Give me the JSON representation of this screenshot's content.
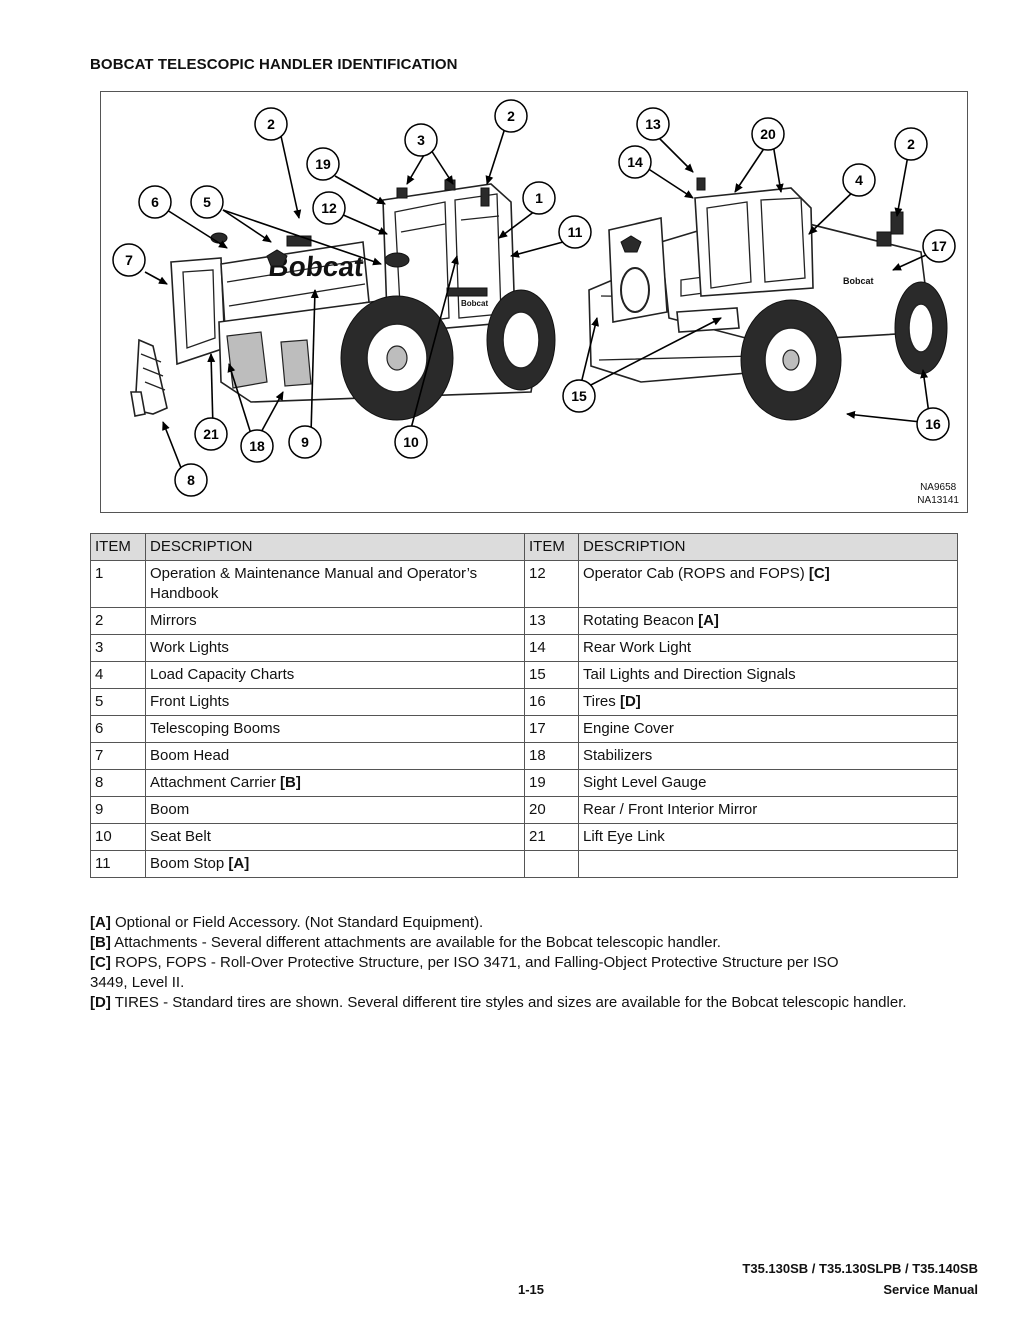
{
  "heading": "BOBCAT TELESCOPIC HANDLER IDENTIFICATION",
  "figure": {
    "ids": [
      "NA9658",
      "NA13141"
    ],
    "brand_text": "Bobcat",
    "callouts": [
      "2",
      "2",
      "13",
      "20",
      "2",
      "3",
      "19",
      "14",
      "4",
      "6",
      "5",
      "1",
      "12",
      "11",
      "17",
      "7",
      "15",
      "16",
      "21",
      "18",
      "9",
      "10",
      "8"
    ]
  },
  "table": {
    "headers": [
      "ITEM",
      "DESCRIPTION",
      "ITEM",
      "DESCRIPTION"
    ],
    "rows": [
      {
        "i1": "1",
        "d1": "Operation & Maintenance Manual and Operator’s Handbook",
        "n1": "",
        "i2": "12",
        "d2": "Operator Cab (ROPS and FOPS)",
        "n2": "[C]"
      },
      {
        "i1": "2",
        "d1": "Mirrors",
        "n1": "",
        "i2": "13",
        "d2": "Rotating Beacon",
        "n2": "[A]"
      },
      {
        "i1": "3",
        "d1": "Work Lights",
        "n1": "",
        "i2": "14",
        "d2": "Rear Work Light",
        "n2": ""
      },
      {
        "i1": "4",
        "d1": "Load Capacity Charts",
        "n1": "",
        "i2": "15",
        "d2": "Tail Lights and Direction Signals",
        "n2": ""
      },
      {
        "i1": "5",
        "d1": "Front Lights",
        "n1": "",
        "i2": "16",
        "d2": "Tires",
        "n2": "[D]"
      },
      {
        "i1": "6",
        "d1": "Telescoping Booms",
        "n1": "",
        "i2": "17",
        "d2": "Engine Cover",
        "n2": ""
      },
      {
        "i1": "7",
        "d1": "Boom Head",
        "n1": "",
        "i2": "18",
        "d2": "Stabilizers",
        "n2": ""
      },
      {
        "i1": "8",
        "d1": "Attachment Carrier",
        "n1": "[B]",
        "i2": "19",
        "d2": "Sight Level Gauge",
        "n2": ""
      },
      {
        "i1": "9",
        "d1": "Boom",
        "n1": "",
        "i2": "20",
        "d2": "Rear / Front Interior Mirror",
        "n2": ""
      },
      {
        "i1": "10",
        "d1": "Seat Belt",
        "n1": "",
        "i2": "21",
        "d2": "Lift Eye Link",
        "n2": ""
      },
      {
        "i1": "11",
        "d1": "Boom Stop",
        "n1": "[A]",
        "i2": "",
        "d2": "",
        "n2": ""
      }
    ]
  },
  "notes": [
    {
      "tag": "[A]",
      "text": "Optional or Field Accessory. (Not Standard Equipment)."
    },
    {
      "tag": "[B]",
      "text": "Attachments - Several different attachments are available for the Bobcat telescopic handler."
    },
    {
      "tag": "[C]",
      "text": "ROPS, FOPS - Roll-Over Protective Structure, per ISO 3471, and Falling-Object Protective Structure per ISO 3449, Level II."
    },
    {
      "tag": "[D]",
      "text": "TIRES - Standard tires are shown. Several different tire styles and sizes are available for the Bobcat telescopic handler."
    }
  ],
  "footer": {
    "models": "T35.130SB / T35.130SLPB / T35.140SB",
    "page": "1-15",
    "manual": "Service Manual"
  }
}
